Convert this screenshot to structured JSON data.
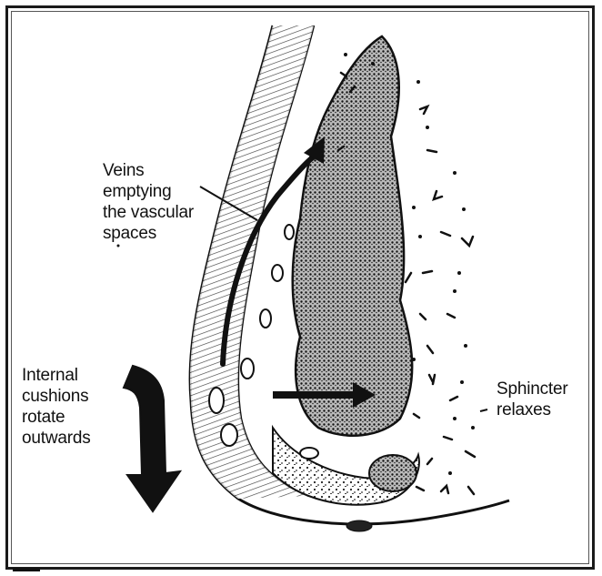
{
  "labels": {
    "veins": "Veins\nemptying\nthe vascular\nspaces",
    "internal": "Internal\ncushions\nrotate\noutwards",
    "sphincter": "Sphincter\nrelaxes"
  },
  "colors": {
    "ink": "#111111",
    "background": "#ffffff"
  },
  "icons": {
    "downward_arrow": "curved-down-arrow",
    "outward_arrow": "right-arrow",
    "upward_arrow": "curved-up-arrow"
  }
}
